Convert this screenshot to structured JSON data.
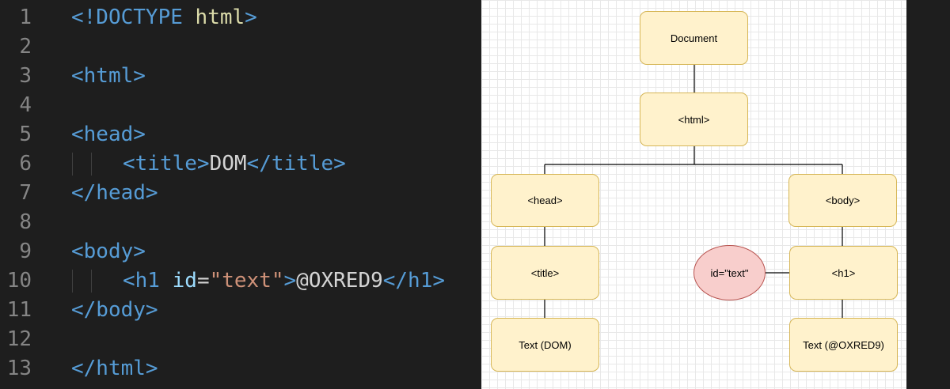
{
  "editor": {
    "lines": [
      {
        "num": "1",
        "parts": [
          {
            "cls": "tag",
            "text": "<!DOCTYPE "
          },
          {
            "cls": "doc",
            "text": "html"
          },
          {
            "cls": "tag",
            "text": ">"
          }
        ]
      },
      {
        "num": "2",
        "parts": []
      },
      {
        "num": "3",
        "parts": [
          {
            "cls": "tag",
            "text": "<html>"
          }
        ]
      },
      {
        "num": "4",
        "parts": []
      },
      {
        "num": "5",
        "parts": [
          {
            "cls": "tag",
            "text": "<head>"
          }
        ]
      },
      {
        "num": "6",
        "indent": true,
        "parts": [
          {
            "cls": "tag",
            "text": "<title>"
          },
          {
            "cls": "txt",
            "text": "DOM"
          },
          {
            "cls": "tag",
            "text": "</title>"
          }
        ]
      },
      {
        "num": "7",
        "parts": [
          {
            "cls": "tag",
            "text": "</head>"
          }
        ]
      },
      {
        "num": "8",
        "parts": []
      },
      {
        "num": "9",
        "parts": [
          {
            "cls": "tag",
            "text": "<body>"
          }
        ]
      },
      {
        "num": "10",
        "indent": true,
        "parts": [
          {
            "cls": "tag",
            "text": "<h1 "
          },
          {
            "cls": "attr",
            "text": "id"
          },
          {
            "cls": "txt",
            "text": "="
          },
          {
            "cls": "str",
            "text": "\"text\""
          },
          {
            "cls": "tag",
            "text": ">"
          },
          {
            "cls": "txt",
            "text": "@OXRED9"
          },
          {
            "cls": "tag",
            "text": "</h1>"
          }
        ]
      },
      {
        "num": "11",
        "parts": [
          {
            "cls": "tag",
            "text": "</body>"
          }
        ]
      },
      {
        "num": "12",
        "parts": []
      },
      {
        "num": "13",
        "parts": [
          {
            "cls": "tag",
            "text": "</html>"
          }
        ]
      }
    ]
  },
  "diagram": {
    "nodes": {
      "document": "Document",
      "html": "<html>",
      "head": "<head>",
      "body": "<body>",
      "title": "<title>",
      "h1": "<h1>",
      "text_dom": "Text (DOM)",
      "text_oxred": "Text (@OXRED9)",
      "id_attr": "id=\"text\""
    },
    "colors": {
      "node_fill": "#fff2cc",
      "node_border": "#d6b656",
      "attr_fill": "#f8cecc",
      "attr_border": "#b85450"
    }
  }
}
